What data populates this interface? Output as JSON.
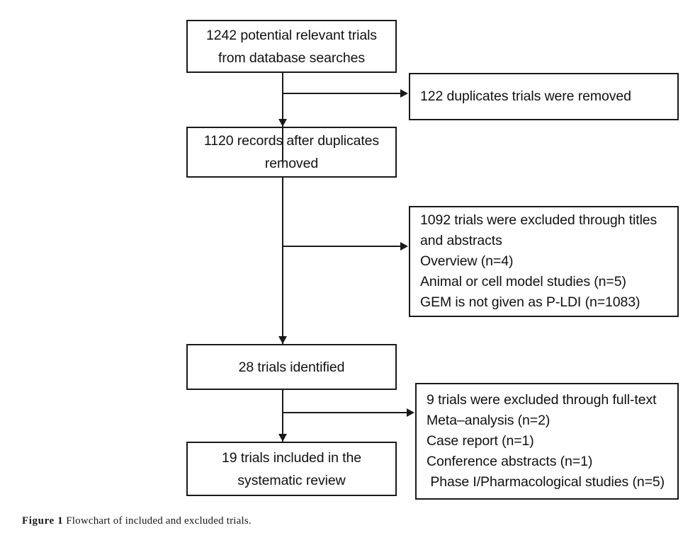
{
  "figure": {
    "caption_label": "Figure 1",
    "caption_text": " Flowchart of included and excluded trials."
  },
  "chart_data": {
    "type": "diagram",
    "title": "Flowchart of included and excluded trials",
    "nodes": [
      {
        "id": "potential",
        "role": "identification",
        "count": 1242,
        "lines": [
          "1242 potential relevant trials",
          "from database searches"
        ]
      },
      {
        "id": "duplicates",
        "role": "exclusion",
        "count": 122,
        "lines": [
          "122 duplicates trials were removed"
        ]
      },
      {
        "id": "records",
        "role": "screening",
        "count": 1120,
        "lines": [
          "1120 records after duplicates",
          "removed"
        ]
      },
      {
        "id": "excluded-titles-abstracts",
        "role": "exclusion",
        "count": 1092,
        "lines": [
          "1092 trials were excluded through titles",
          "and abstracts",
          "Overview (n=4)",
          "Animal or cell model studies (n=5)",
          "GEM is not given as P-LDI (n=1083)"
        ]
      },
      {
        "id": "identified",
        "role": "eligibility",
        "count": 28,
        "lines": [
          "28 trials identified"
        ]
      },
      {
        "id": "excluded-fulltext",
        "role": "exclusion",
        "count": 9,
        "lines": [
          "9 trials were excluded through full-text",
          "Meta–analysis (n=2)",
          "Case report (n=1)",
          "Conference abstracts (n=1)",
          " Phase I/Pharmacological studies (n=5)"
        ]
      },
      {
        "id": "included",
        "role": "included",
        "count": 19,
        "lines": [
          "19 trials included in the",
          "systematic review"
        ]
      }
    ],
    "edges": [
      {
        "from": "potential",
        "to": "records",
        "direction": "down"
      },
      {
        "from": "potential",
        "to": "duplicates",
        "direction": "right"
      },
      {
        "from": "records",
        "to": "identified",
        "direction": "down"
      },
      {
        "from": "records",
        "to": "excluded-titles-abstracts",
        "direction": "right"
      },
      {
        "from": "identified",
        "to": "included",
        "direction": "down"
      },
      {
        "from": "identified",
        "to": "excluded-fulltext",
        "direction": "right"
      }
    ],
    "colors": {
      "stroke": "#1a1a1a",
      "fill": "#ffffff",
      "text": "#111111"
    }
  }
}
